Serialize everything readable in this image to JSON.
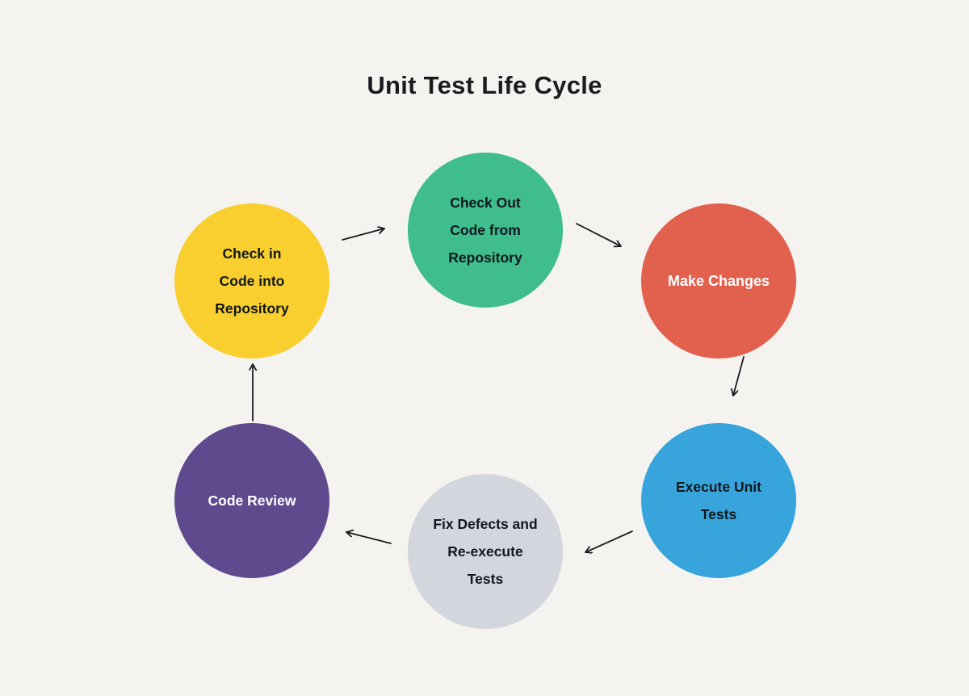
{
  "title": "Unit Test Life Cycle",
  "canvas": {
    "background": "#f4f3f0"
  },
  "diagram": {
    "type": "cycle",
    "nodes": [
      {
        "id": "check-out-code",
        "label": "Check Out Code from Repository",
        "color": "#3fbd8d",
        "text_color": "#10181c"
      },
      {
        "id": "make-changes",
        "label": "Make Changes",
        "color": "#e2604e",
        "text_color": "#ffffff"
      },
      {
        "id": "execute-unit-tests",
        "label": "Execute Unit Tests",
        "color": "#38a4dc",
        "text_color": "#10181c"
      },
      {
        "id": "fix-defects",
        "label": "Fix Defects and Re-execute Tests",
        "color": "#d3d6dd",
        "text_color": "#10181c"
      },
      {
        "id": "code-review",
        "label": "Code Review",
        "color": "#5e4a8d",
        "text_color": "#ffffff"
      },
      {
        "id": "check-in-code",
        "label": "Check in Code into Repository",
        "color": "#f9cf2f",
        "text_color": "#10181c"
      }
    ],
    "edges": [
      {
        "from": "check-in-code",
        "to": "check-out-code"
      },
      {
        "from": "check-out-code",
        "to": "make-changes"
      },
      {
        "from": "make-changes",
        "to": "execute-unit-tests"
      },
      {
        "from": "execute-unit-tests",
        "to": "fix-defects"
      },
      {
        "from": "fix-defects",
        "to": "code-review"
      },
      {
        "from": "code-review",
        "to": "check-in-code"
      }
    ],
    "arrow_color": "#1b1b1d"
  }
}
